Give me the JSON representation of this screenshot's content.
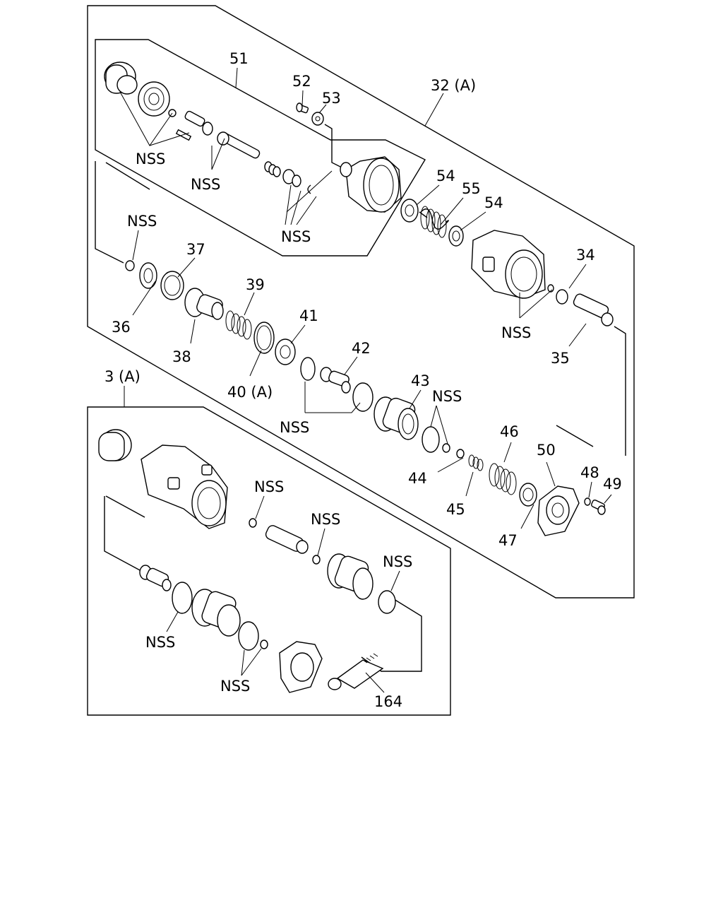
{
  "labels": {
    "l51": "51",
    "l52": "52",
    "l53": "53",
    "l32": "32 (A)",
    "l54a": "54",
    "l55": "55",
    "l54b": "54",
    "l34": "34",
    "l35": "35",
    "l36": "36",
    "l37": "37",
    "l38": "38",
    "l39": "39",
    "l40": "40 (A)",
    "l41": "41",
    "l42": "42",
    "l43": "43",
    "l44": "44",
    "l45": "45",
    "l46": "46",
    "l47": "47",
    "l48": "48",
    "l49": "49",
    "l50": "50",
    "l3": "3 (A)",
    "l164": "164",
    "nss": "NSS"
  }
}
